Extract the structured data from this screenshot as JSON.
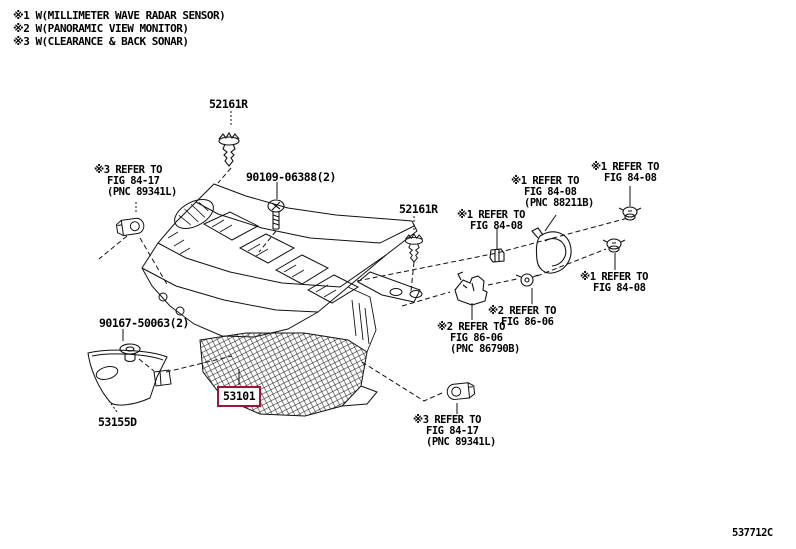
{
  "diagram": {
    "footer_code": "537712C",
    "highlight_color": "#9e1635"
  },
  "legend": {
    "items": [
      "※1 W(MILLIMETER WAVE RADAR SENSOR)",
      "※2 W(PANORAMIC VIEW MONITOR)",
      "※3 W(CLEARANCE & BACK SONAR)"
    ]
  },
  "part_numbers": {
    "clip_top": "52161R",
    "screw": "90109-06388(2)",
    "clip_mid": "52161R",
    "grommet": "90167-50063(2)",
    "deflector": "53155D",
    "grille_selected": "53101"
  },
  "callouts": {
    "sonar_top": {
      "lines": [
        "※3 REFER TO",
        "FIG 84-17",
        "(PNC 89341L)"
      ]
    },
    "radar_mid": {
      "lines": [
        "※1 REFER TO",
        "FIG 84-08"
      ]
    },
    "radar_bracket": {
      "lines": [
        "※1 REFER TO",
        "FIG 84-08",
        "(PNC 88211B)"
      ]
    },
    "radar_topright": {
      "lines": [
        "※1 REFER TO",
        "FIG 84-08"
      ]
    },
    "radar_right": {
      "lines": [
        "※1 REFER TO",
        "FIG 84-08"
      ]
    },
    "camera_right": {
      "lines": [
        "※2 REFER TO",
        "FIG 86-06"
      ]
    },
    "camera_bracket": {
      "lines": [
        "※2 REFER TO",
        "FIG 86-06",
        "(PNC 86790B)"
      ]
    },
    "sonar_bottom": {
      "lines": [
        "※3 REFER TO",
        "FIG 84-17",
        "(PNC 89341L)"
      ]
    }
  }
}
